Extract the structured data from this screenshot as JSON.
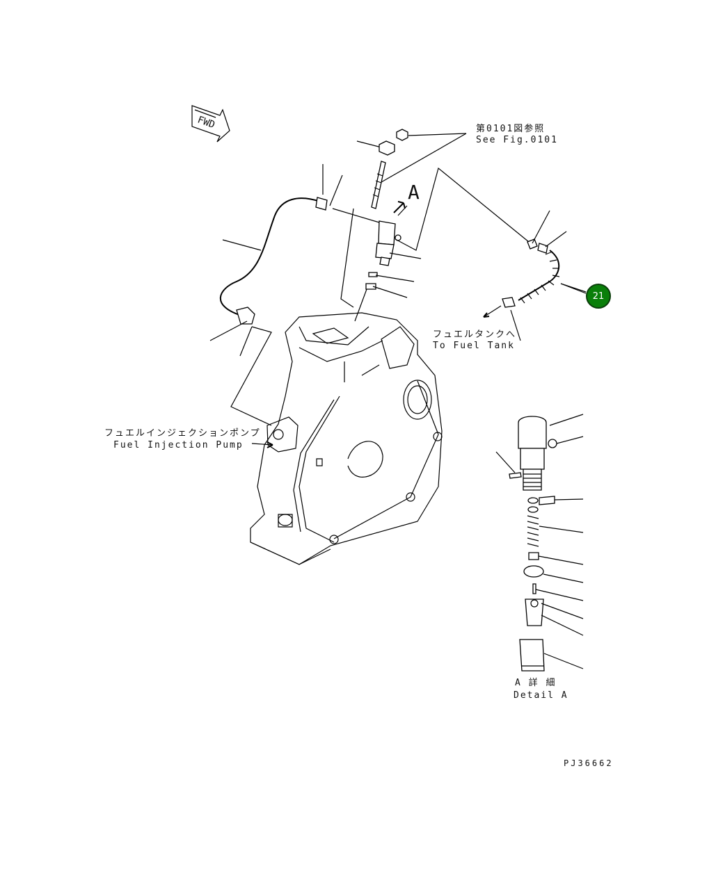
{
  "labels": {
    "see_fig_jp": "第0101図参照",
    "see_fig_en": "See Fig.0101",
    "view_a": "A",
    "to_fuel_tank_jp": "フュエルタンクへ",
    "to_fuel_tank_en": "To Fuel Tank",
    "fuel_injection_pump_jp": "フュエルインジェクションポンプ",
    "fuel_injection_pump_en": "Fuel Injection Pump",
    "detail_a_jp": "A 詳 細",
    "detail_a_en": "Detail A",
    "fwd": "FWD",
    "drawing_number": "PJ36662"
  },
  "callouts": [
    {
      "number": "21",
      "color": "#0a7f0a"
    }
  ]
}
